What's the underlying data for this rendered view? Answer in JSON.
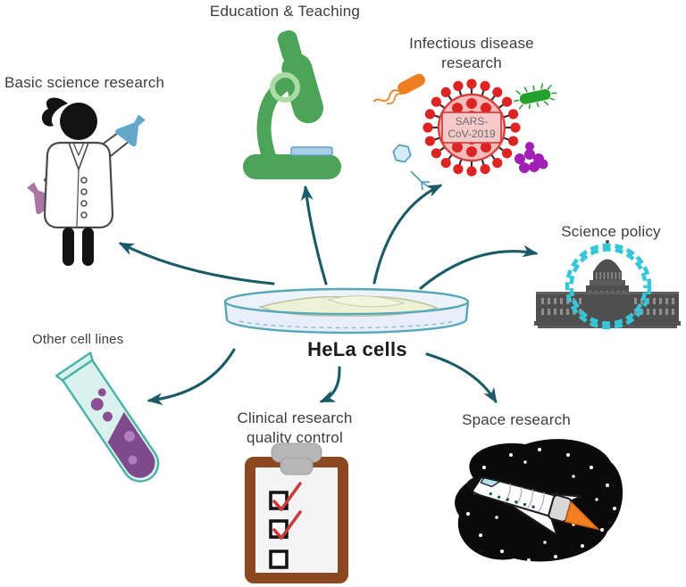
{
  "diagram": {
    "center_label": "HeLa cells",
    "virus_label_line1": "SARS-",
    "virus_label_line2": "CoV-2019",
    "nodes": {
      "education": "Education & Teaching",
      "infectious": "Infectious disease\nresearch",
      "basic": "Basic science research",
      "policy": "Science policy",
      "other": "Other cell lines",
      "clinical": "Clinical research\nquality control",
      "space": "Space research"
    },
    "colors": {
      "arrow_teal": "#1b5b68",
      "microscope_green": "#4ba457",
      "microscope_ring_green": "#abdba4",
      "virus_red": "#d84040",
      "virus_body_pink": "#f5bcba",
      "orange_bacterium": "#ef7d22",
      "green_bacterium": "#23a12c",
      "phage_blue": "#d6ecf5",
      "cocci_purple": "#a21fb5",
      "dna_cyan": "#35c6d8",
      "building_gray": "#4f4f4f",
      "petri_fill": "#edf1fa",
      "petri_stroke": "#57a7ba",
      "cells_yellow_green": "#edf2d7",
      "tube_mint": "#d9f2ee",
      "tube_stroke": "#4ab1a7",
      "tube_liquid_purple": "#7e4a8c",
      "flask_blue": "#63a8cc",
      "flask_purple": "#aa75a4",
      "clipboard_brown": "#8a4720",
      "clip_gray": "#b7b7b7",
      "check_red": "#cc3a3a",
      "space_black": "#0a0a0a",
      "flame_orange": "#f28022",
      "cockpit_blue": "#b5e2f2"
    }
  }
}
